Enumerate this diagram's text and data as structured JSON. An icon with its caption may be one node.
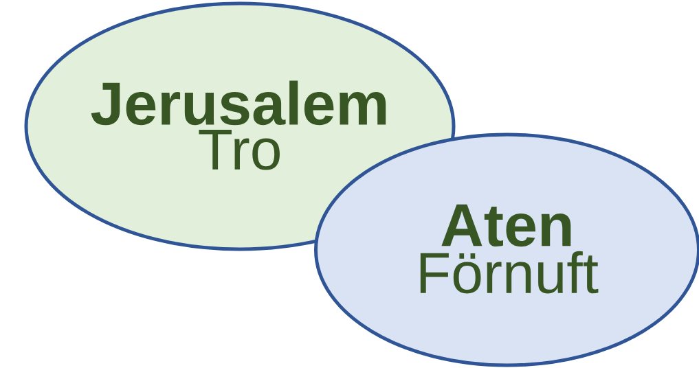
{
  "diagram": {
    "nodes": [
      {
        "text": [
          "Jerusalem",
          "Tro"
        ]
      },
      {
        "text": [
          "Aten",
          "Förnuft"
        ]
      }
    ]
  }
}
